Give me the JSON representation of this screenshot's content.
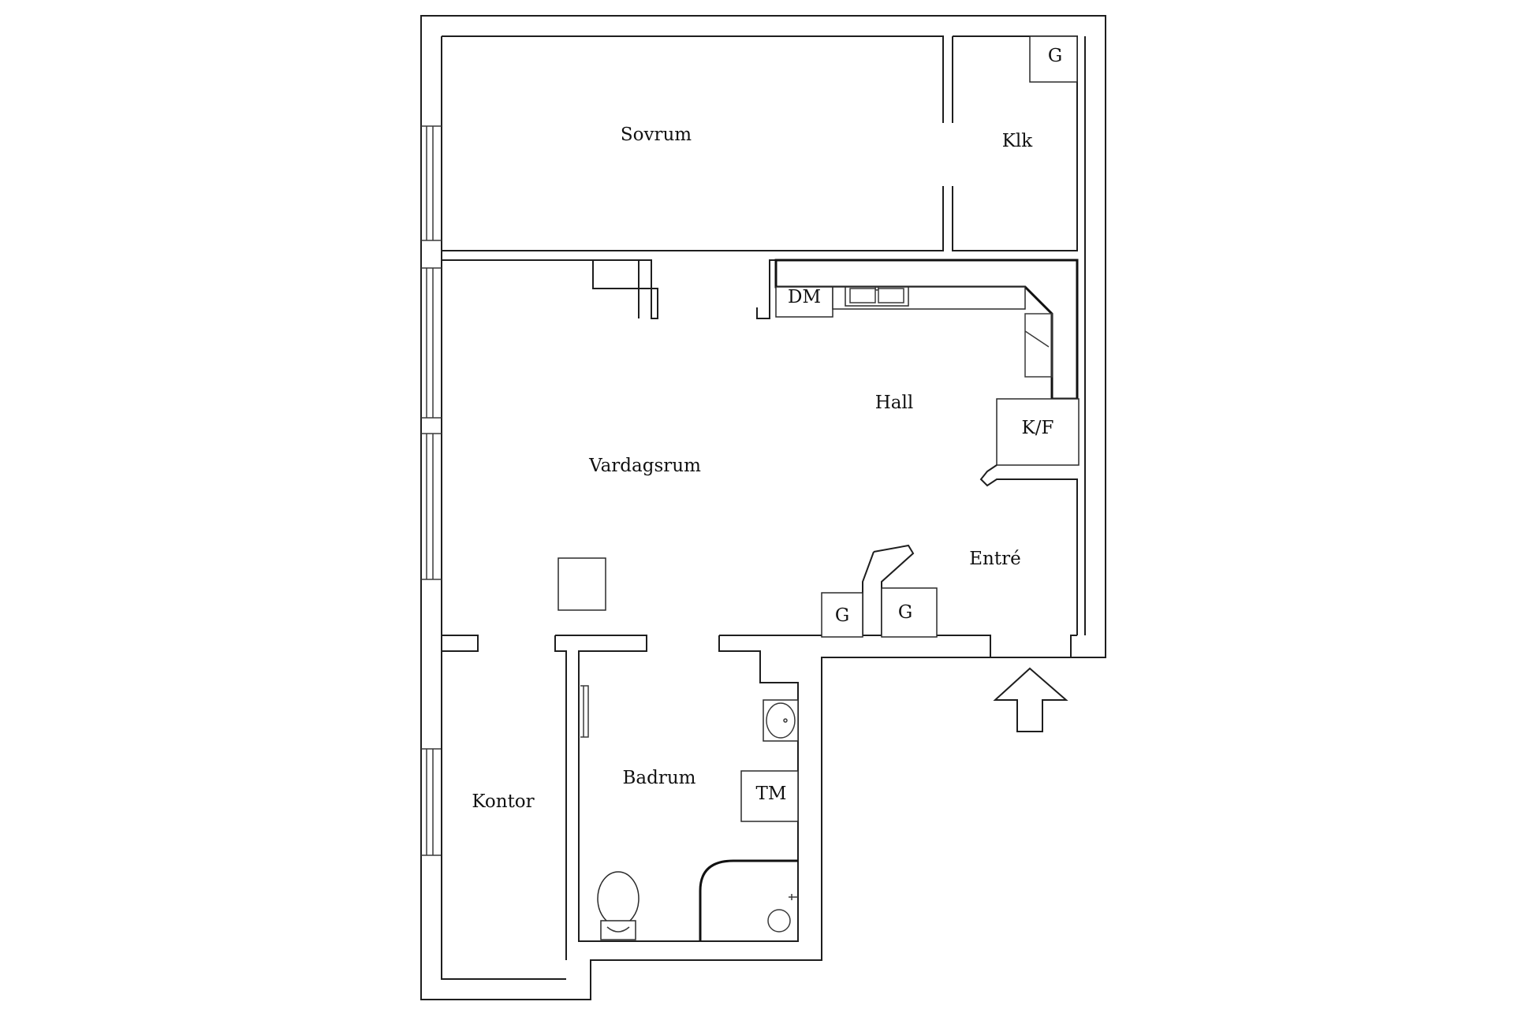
{
  "rooms": {
    "sovrum": "Sovrum",
    "klk": "Klk",
    "vardagsrum": "Vardagsrum",
    "hall": "Hall",
    "entre": "Entré",
    "kontor": "Kontor",
    "badrum": "Badrum"
  },
  "fixtures": {
    "dishwasher": "DM",
    "fridge_freezer": "K/F",
    "washing_machine": "TM",
    "wardrobe_klk": "G",
    "wardrobe_entre_left": "G",
    "wardrobe_entre_right": "G"
  },
  "colors": {
    "line": "#1e1e1e",
    "background": "#ffffff"
  }
}
